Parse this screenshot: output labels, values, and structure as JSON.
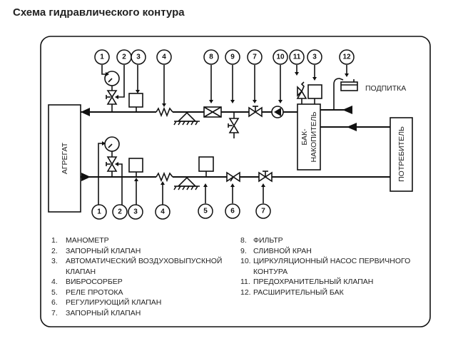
{
  "title": "Схема гидравлического контура",
  "blocks": {
    "aggregate": "АГРЕГАТ",
    "tank_line1": "БАК-",
    "tank_line2": "НАКОПИТЕЛЬ",
    "consumer": "ПОТРЕБИТЕЛЬ",
    "makeup": "ПОДПИТКА"
  },
  "callouts": {
    "top": [
      "1",
      "2",
      "3",
      "4",
      "8",
      "9",
      "7",
      "10",
      "11",
      "3",
      "12"
    ],
    "bottom": [
      "1",
      "2",
      "3",
      "4",
      "5",
      "6",
      "7"
    ]
  },
  "legend": {
    "left": [
      {
        "num": "1.",
        "text": "МАНОМЕТР"
      },
      {
        "num": "2.",
        "text": "ЗАПОРНЫЙ КЛАПАН"
      },
      {
        "num": "3.",
        "text": "АВТОМАТИЧЕСКИЙ ВОЗДУХОВЫПУСКНОЙ КЛАПАН"
      },
      {
        "num": "4.",
        "text": "ВИБРОСОРБЕР"
      },
      {
        "num": "5.",
        "text": "РЕЛЕ ПРОТОКА"
      },
      {
        "num": "6.",
        "text": "РЕГУЛИРУЮЩИЙ КЛАПАН"
      },
      {
        "num": "7.",
        "text": "ЗАПОРНЫЙ КЛАПАН"
      }
    ],
    "right": [
      {
        "num": "8.",
        "text": "ФИЛЬТР"
      },
      {
        "num": "9.",
        "text": "СЛИВНОЙ КРАН"
      },
      {
        "num": "10.",
        "text": "ЦИРКУЛЯЦИОННЫЙ НАСОС ПЕРВИЧНОГО КОНТУРА"
      },
      {
        "num": "11.",
        "text": "ПРЕДОХРАНИТЕЛЬНЫЙ КЛАПАН"
      },
      {
        "num": "12.",
        "text": "РАСШИРИТЕЛЬНЫЙ БАК"
      }
    ]
  }
}
